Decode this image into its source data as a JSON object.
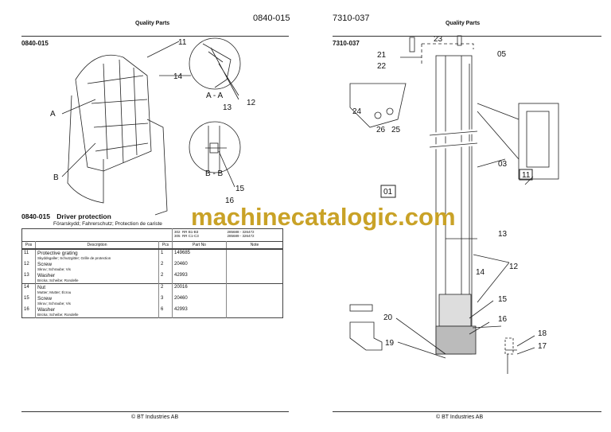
{
  "left_page": {
    "header_title": "Quality Parts",
    "header_code": "0840-015",
    "section_code": "0840-015",
    "callouts": [
      "11",
      "14",
      "A - A",
      "13",
      "12",
      "A",
      "B",
      "B - B",
      "15",
      "16"
    ],
    "group_title_code": "0840-015",
    "group_title": "Driver protection",
    "group_subtitle": "Förarskydd; Fahrerschutz; Protection de cariste",
    "models": [
      {
        "code": "302",
        "model": "RR B1-B3",
        "serial": "285688 - 326472"
      },
      {
        "code": "305",
        "model": "RR C1-C3",
        "serial": "285689 - 326472"
      }
    ],
    "columns": [
      "Pos",
      "Description",
      "Pcs",
      "Part No",
      "Note"
    ],
    "rows": [
      {
        "pos": "11",
        "desc": "Protective grating",
        "desc_sub": "Skyddsgaller; Schutzgitter; Grille de protection",
        "pcs": "1",
        "part": "149685",
        "note": ""
      },
      {
        "pos": "12",
        "desc": "Screw",
        "desc_sub": "Skruv; Schraube; Vis",
        "pcs": "2",
        "part": "20460",
        "note": ""
      },
      {
        "pos": "13",
        "desc": "Washer",
        "desc_sub": "Bricka; Scheibe; Rondelle",
        "pcs": "2",
        "part": "42993",
        "note": ""
      },
      {
        "pos": "14",
        "desc": "Nut",
        "desc_sub": "Mutter; Mutter; Écrou",
        "pcs": "2",
        "part": "20016",
        "note": ""
      },
      {
        "pos": "15",
        "desc": "Screw",
        "desc_sub": "Skruv; Schraube; Vis",
        "pcs": "3",
        "part": "20460",
        "note": ""
      },
      {
        "pos": "16",
        "desc": "Washer",
        "desc_sub": "Bricka; Scheibe; Rondelle",
        "pcs": "6",
        "part": "42993",
        "note": ""
      }
    ],
    "footer": "© BT Industries AB"
  },
  "right_page": {
    "header_code": "7310-037",
    "header_title": "Quality Parts",
    "section_code": "7310-037",
    "callouts": [
      "23",
      "21",
      "22",
      "05",
      "24",
      "26",
      "25",
      "03",
      "11",
      "01",
      "13",
      "14",
      "12",
      "15",
      "20",
      "16",
      "18",
      "19",
      "17"
    ],
    "footer": "© BT Industries AB"
  },
  "watermark": "machinecatalogic.com"
}
